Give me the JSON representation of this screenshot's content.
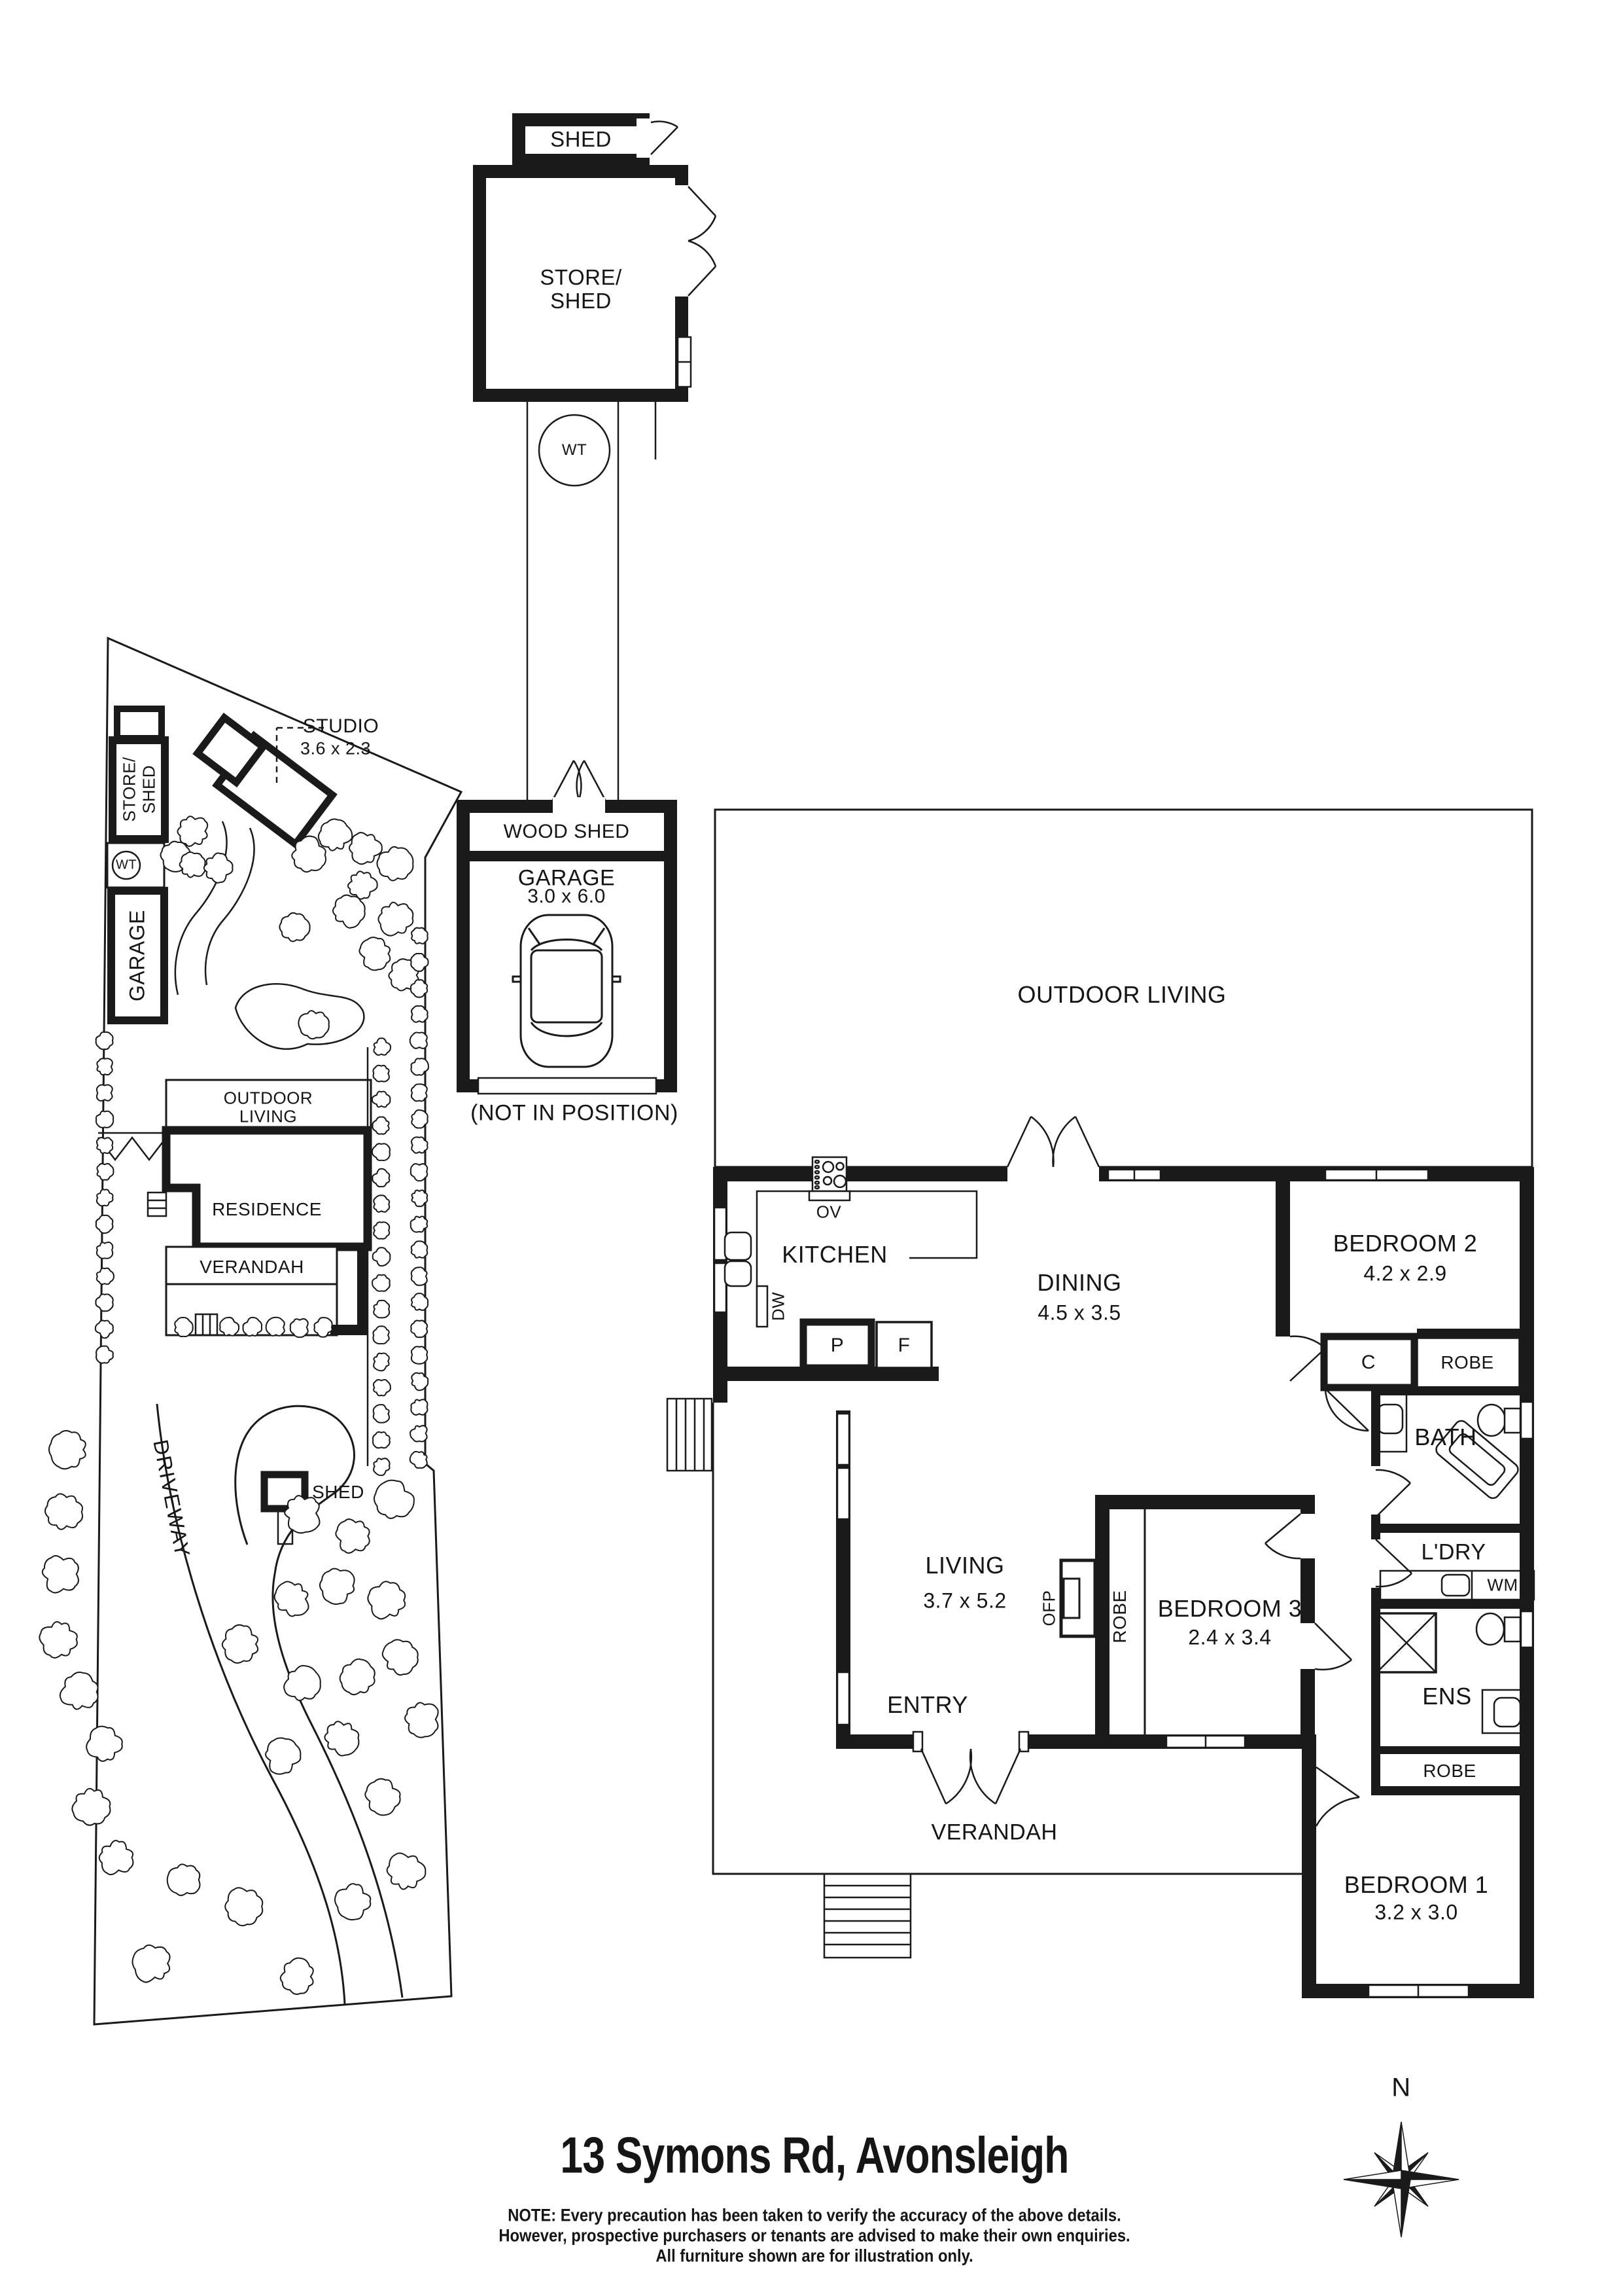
{
  "page": {
    "title": "13 Symons Rd, Avonsleigh",
    "note_line1": "NOTE: Every precaution has been taken to verify the accuracy of the above details.",
    "note_line2": "However, prospective purchasers or tenants are advised to make their own enquiries.",
    "note_line3": "All furniture shown are for illustration only.",
    "compass_n": "N"
  },
  "top_building": {
    "shed": "SHED",
    "store_shed_line1": "STORE/",
    "store_shed_line2": "SHED",
    "wt": "WT"
  },
  "garage_block": {
    "wood_shed": "WOOD SHED",
    "garage": "GARAGE",
    "garage_dims": "3.0 x 6.0",
    "not_in_position": "(NOT IN POSITION)"
  },
  "site_plan": {
    "studio": "STUDIO",
    "studio_dims": "3.6 x 2.3",
    "store_shed_line1": "STORE/",
    "store_shed_line2": "SHED",
    "wt": "WT",
    "garage": "GARAGE",
    "outdoor_living_line1": "OUTDOOR",
    "outdoor_living_line2": "LIVING",
    "residence": "RESIDENCE",
    "verandah": "VERANDAH",
    "shed": "SHED",
    "driveway": "DRIVEWAY"
  },
  "house": {
    "outdoor_living": "OUTDOOR LIVING",
    "kitchen": "KITCHEN",
    "ov": "OV",
    "dw": "DW",
    "pantry": "P",
    "fridge": "F",
    "dining": "DINING",
    "dining_dims": "4.5 x 3.5",
    "bedroom2": "BEDROOM 2",
    "bedroom2_dims": "4.2 x 2.9",
    "closet": "C",
    "robe_bedroom2": "ROBE",
    "bath": "BATH",
    "laundry": "L'DRY",
    "wm": "WM",
    "ens": "ENS",
    "robe_hall": "ROBE",
    "bedroom1": "BEDROOM 1",
    "bedroom1_dims": "3.2 x 3.0",
    "living": "LIVING",
    "living_dims": "3.7 x 5.2",
    "ofp": "OFP",
    "robe_bedroom3": "ROBE",
    "bedroom3": "BEDROOM 3",
    "bedroom3_dims": "2.4 x 3.4",
    "entry": "ENTRY",
    "verandah": "VERANDAH"
  }
}
